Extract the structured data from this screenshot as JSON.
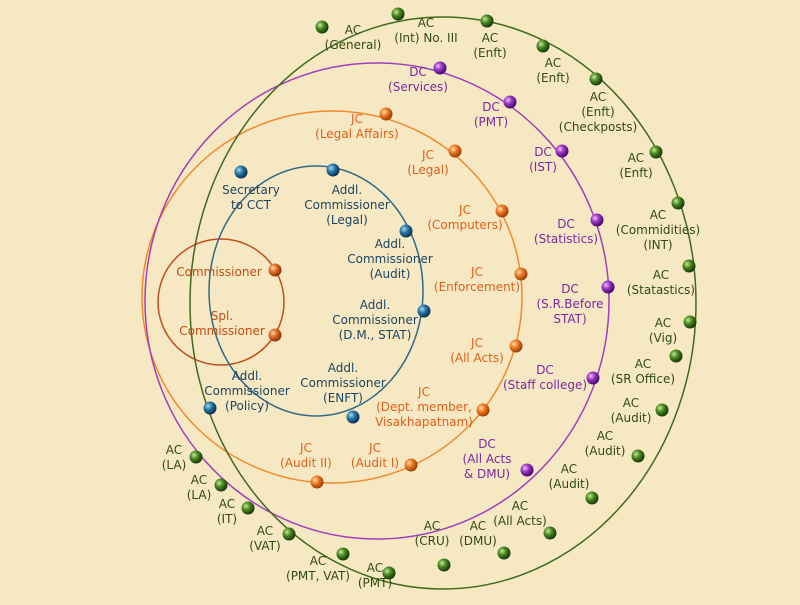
{
  "colors": {
    "background": "#f7e8c4",
    "ring_commissioner": "#c0501f",
    "ring_addl": "#2f6a86",
    "ring_jc": "#f08a2a",
    "ring_dc": "#a040b8",
    "ring_ac": "#3f6a1c",
    "text_commissioner": "#c04e12",
    "text_addl": "#1b4660",
    "text_jc": "#e0601a",
    "text_dc": "#7a2aa0",
    "text_ac": "#2f4a12"
  },
  "rings": [
    {
      "id": "commissioner",
      "nodes": [
        {
          "lines": [
            "Commissioner"
          ]
        },
        {
          "lines": [
            "Spl.",
            "Commissioner"
          ]
        }
      ]
    },
    {
      "id": "addl",
      "nodes": [
        {
          "lines": [
            "Secretary",
            "to CCT"
          ]
        },
        {
          "lines": [
            "Addl.",
            "Commissioner",
            "(Legal)"
          ]
        },
        {
          "lines": [
            "Addl.",
            "Commissioner",
            "(Audit)"
          ]
        },
        {
          "lines": [
            "Addl.",
            "Commissioner",
            "(D.M., STAT)"
          ]
        },
        {
          "lines": [
            "Addl.",
            "Commissioner",
            "(ENFT)"
          ]
        },
        {
          "lines": [
            "Addl.",
            "Commissioner",
            "(Policy)"
          ]
        }
      ]
    },
    {
      "id": "jc",
      "nodes": [
        {
          "lines": [
            "JC",
            "(Legal Affairs)"
          ]
        },
        {
          "lines": [
            "JC",
            "(Legal)"
          ]
        },
        {
          "lines": [
            "JC",
            "(Computers)"
          ]
        },
        {
          "lines": [
            "JC",
            "(Enforcement)"
          ]
        },
        {
          "lines": [
            "JC",
            "(All Acts)"
          ]
        },
        {
          "lines": [
            "JC",
            "(Dept. member,",
            "Visakhapatnam)"
          ]
        },
        {
          "lines": [
            "JC",
            "(Audit I)"
          ]
        },
        {
          "lines": [
            "JC",
            "(Audit II)"
          ]
        }
      ]
    },
    {
      "id": "dc",
      "nodes": [
        {
          "lines": [
            "DC",
            "(Services)"
          ]
        },
        {
          "lines": [
            "DC",
            "(PMT)"
          ]
        },
        {
          "lines": [
            "DC",
            "(IST)"
          ]
        },
        {
          "lines": [
            "DC",
            "(Statistics)"
          ]
        },
        {
          "lines": [
            "DC",
            "(S.R.Before",
            "STAT)"
          ]
        },
        {
          "lines": [
            "DC",
            "(Staff college)"
          ]
        },
        {
          "lines": [
            "DC",
            "(All Acts",
            "& DMU)"
          ]
        }
      ]
    },
    {
      "id": "ac",
      "nodes": [
        {
          "lines": [
            "AC",
            "(General)"
          ]
        },
        {
          "lines": [
            "AC",
            "(Int) No. III"
          ]
        },
        {
          "lines": [
            "AC",
            "(Enft)"
          ]
        },
        {
          "lines": [
            "AC",
            "(Enft)"
          ]
        },
        {
          "lines": [
            "AC",
            "(Enft)",
            "(Checkposts)"
          ]
        },
        {
          "lines": [
            "AC",
            "(Enft)"
          ]
        },
        {
          "lines": [
            "AC",
            "(Commidities)",
            "(INT)"
          ]
        },
        {
          "lines": [
            "AC",
            "(Statastics)"
          ]
        },
        {
          "lines": [
            "AC",
            "(Vig)"
          ]
        },
        {
          "lines": [
            "AC",
            "(SR Office)"
          ]
        },
        {
          "lines": [
            "AC",
            "(Audit)"
          ]
        },
        {
          "lines": [
            "AC",
            "(Audit)"
          ]
        },
        {
          "lines": [
            "AC",
            "(Audit)"
          ]
        },
        {
          "lines": [
            "AC",
            "(All Acts)"
          ]
        },
        {
          "lines": [
            "AC",
            "(DMU)"
          ]
        },
        {
          "lines": [
            "AC",
            "(CRU)"
          ]
        },
        {
          "lines": [
            "AC",
            "(PMT)"
          ]
        },
        {
          "lines": [
            "AC",
            "(PMT, VAT)"
          ]
        },
        {
          "lines": [
            "AC",
            "(VAT)"
          ]
        },
        {
          "lines": [
            "AC",
            "(IT)"
          ]
        },
        {
          "lines": [
            "AC",
            "(LA)"
          ]
        },
        {
          "lines": [
            "AC",
            "(LA)"
          ]
        }
      ]
    }
  ]
}
